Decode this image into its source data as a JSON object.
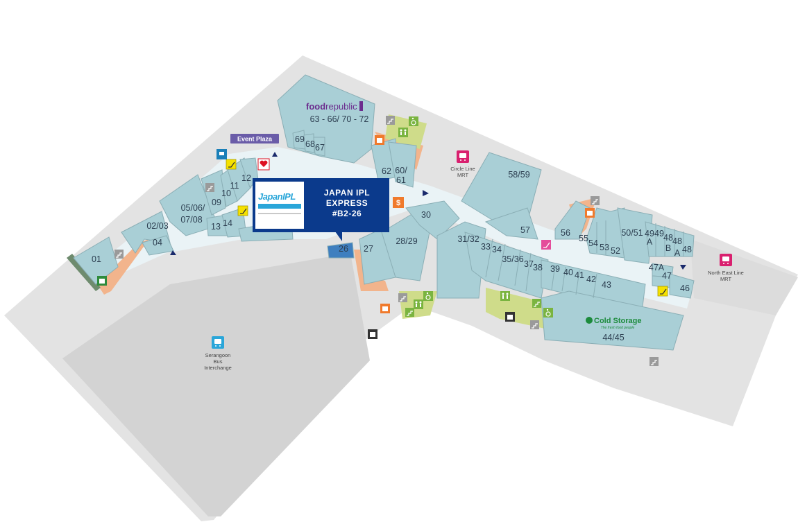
{
  "colors": {
    "background": "#ffffff",
    "outer_area": "#e3e3e3",
    "corridor": "#eaf3f6",
    "unit_fill": "#a9cfd6",
    "unit_stroke": "#8aaeb5",
    "highlight_unit": "#3f7fbf",
    "callout": "#0b3a8c",
    "service": "#f2b48c",
    "toilet_zone": "#cfdc8a",
    "pedestrian": "#6e8b6e",
    "event_plaza": "#6a5ca8",
    "food_republic": "#6b2c8e",
    "cold_storage": "#1c8b3c",
    "mrt": "#d9206f",
    "bus": "#2aa6d9",
    "escalator": "#f5e100",
    "lift": "#f07a2c",
    "toilet": "#7ab440",
    "travellator": "#e44d9a",
    "carpark": "#333333",
    "stairs": "#999999",
    "atm": "#f07a2c"
  },
  "callout": {
    "logo_word": "JapanIPL",
    "title_line1": "JAPAN IPL",
    "title_line2": "EXPRESS",
    "unit": "#B2-26"
  },
  "labels": {
    "event_plaza": "Event Plaza",
    "food_brand_a": "food",
    "food_brand_b": "republic",
    "food_units": "63 - 66/ 70 - 72",
    "circle_line": "Circle Line",
    "circle_line_mrt": "MRT",
    "north_east": "North East Line",
    "north_east_mrt": "MRT",
    "bus_1": "Serangoon",
    "bus_2": "Bus",
    "bus_3": "Interchange",
    "cold_storage": "Cold Storage",
    "cold_storage_tag": "The fresh food people",
    "cold_storage_units": "44/45"
  },
  "units": [
    {
      "id": "01",
      "label": "01"
    },
    {
      "id": "02-03",
      "label": "02/03"
    },
    {
      "id": "04",
      "label": "04"
    },
    {
      "id": "05-08a",
      "label": "05/06/"
    },
    {
      "id": "05-08b",
      "label": "07/08"
    },
    {
      "id": "09",
      "label": "09"
    },
    {
      "id": "10",
      "label": "10"
    },
    {
      "id": "11",
      "label": "11"
    },
    {
      "id": "12",
      "label": "12"
    },
    {
      "id": "13",
      "label": "13"
    },
    {
      "id": "14",
      "label": "14"
    },
    {
      "id": "26",
      "label": "26"
    },
    {
      "id": "27",
      "label": "27"
    },
    {
      "id": "28-29",
      "label": "28/29"
    },
    {
      "id": "30",
      "label": "30"
    },
    {
      "id": "31-32",
      "label": "31/32"
    },
    {
      "id": "33",
      "label": "33"
    },
    {
      "id": "34",
      "label": "34"
    },
    {
      "id": "35-36",
      "label": "35/36"
    },
    {
      "id": "37",
      "label": "37"
    },
    {
      "id": "38",
      "label": "38"
    },
    {
      "id": "39",
      "label": "39"
    },
    {
      "id": "40",
      "label": "40"
    },
    {
      "id": "41",
      "label": "41"
    },
    {
      "id": "42",
      "label": "42"
    },
    {
      "id": "43",
      "label": "43"
    },
    {
      "id": "46",
      "label": "46"
    },
    {
      "id": "47",
      "label": "47"
    },
    {
      "id": "47A",
      "label": "47A"
    },
    {
      "id": "48",
      "label": "48"
    },
    {
      "id": "48A-1",
      "label": "48"
    },
    {
      "id": "48A-2",
      "label": "A"
    },
    {
      "id": "48B-1",
      "label": "48"
    },
    {
      "id": "48B-2",
      "label": "B"
    },
    {
      "id": "49",
      "label": "49"
    },
    {
      "id": "49A-1",
      "label": "49"
    },
    {
      "id": "49A-2",
      "label": "A"
    },
    {
      "id": "50-51",
      "label": "50/51"
    },
    {
      "id": "52",
      "label": "52"
    },
    {
      "id": "53",
      "label": "53"
    },
    {
      "id": "54",
      "label": "54"
    },
    {
      "id": "55",
      "label": "55"
    },
    {
      "id": "56",
      "label": "56"
    },
    {
      "id": "57",
      "label": "57"
    },
    {
      "id": "58-59",
      "label": "58/59"
    },
    {
      "id": "60-61a",
      "label": "60/"
    },
    {
      "id": "60-61b",
      "label": "61"
    },
    {
      "id": "62",
      "label": "62"
    },
    {
      "id": "67",
      "label": "67"
    },
    {
      "id": "68",
      "label": "68"
    },
    {
      "id": "69",
      "label": "69"
    }
  ],
  "icons": {
    "lift": "lift-icon",
    "escalator": "escalator-icon",
    "toilet": "toilet-icon",
    "accessible": "wheelchair-icon",
    "stairs": "stairs-icon",
    "mrt": "train-icon",
    "bus": "bus-icon",
    "carpark": "carpark-lift-icon",
    "atm": "dollar-icon",
    "aed": "heart-icon",
    "info": "info-icon",
    "travellator": "travellator-icon",
    "entrance": "triangle-icon"
  }
}
